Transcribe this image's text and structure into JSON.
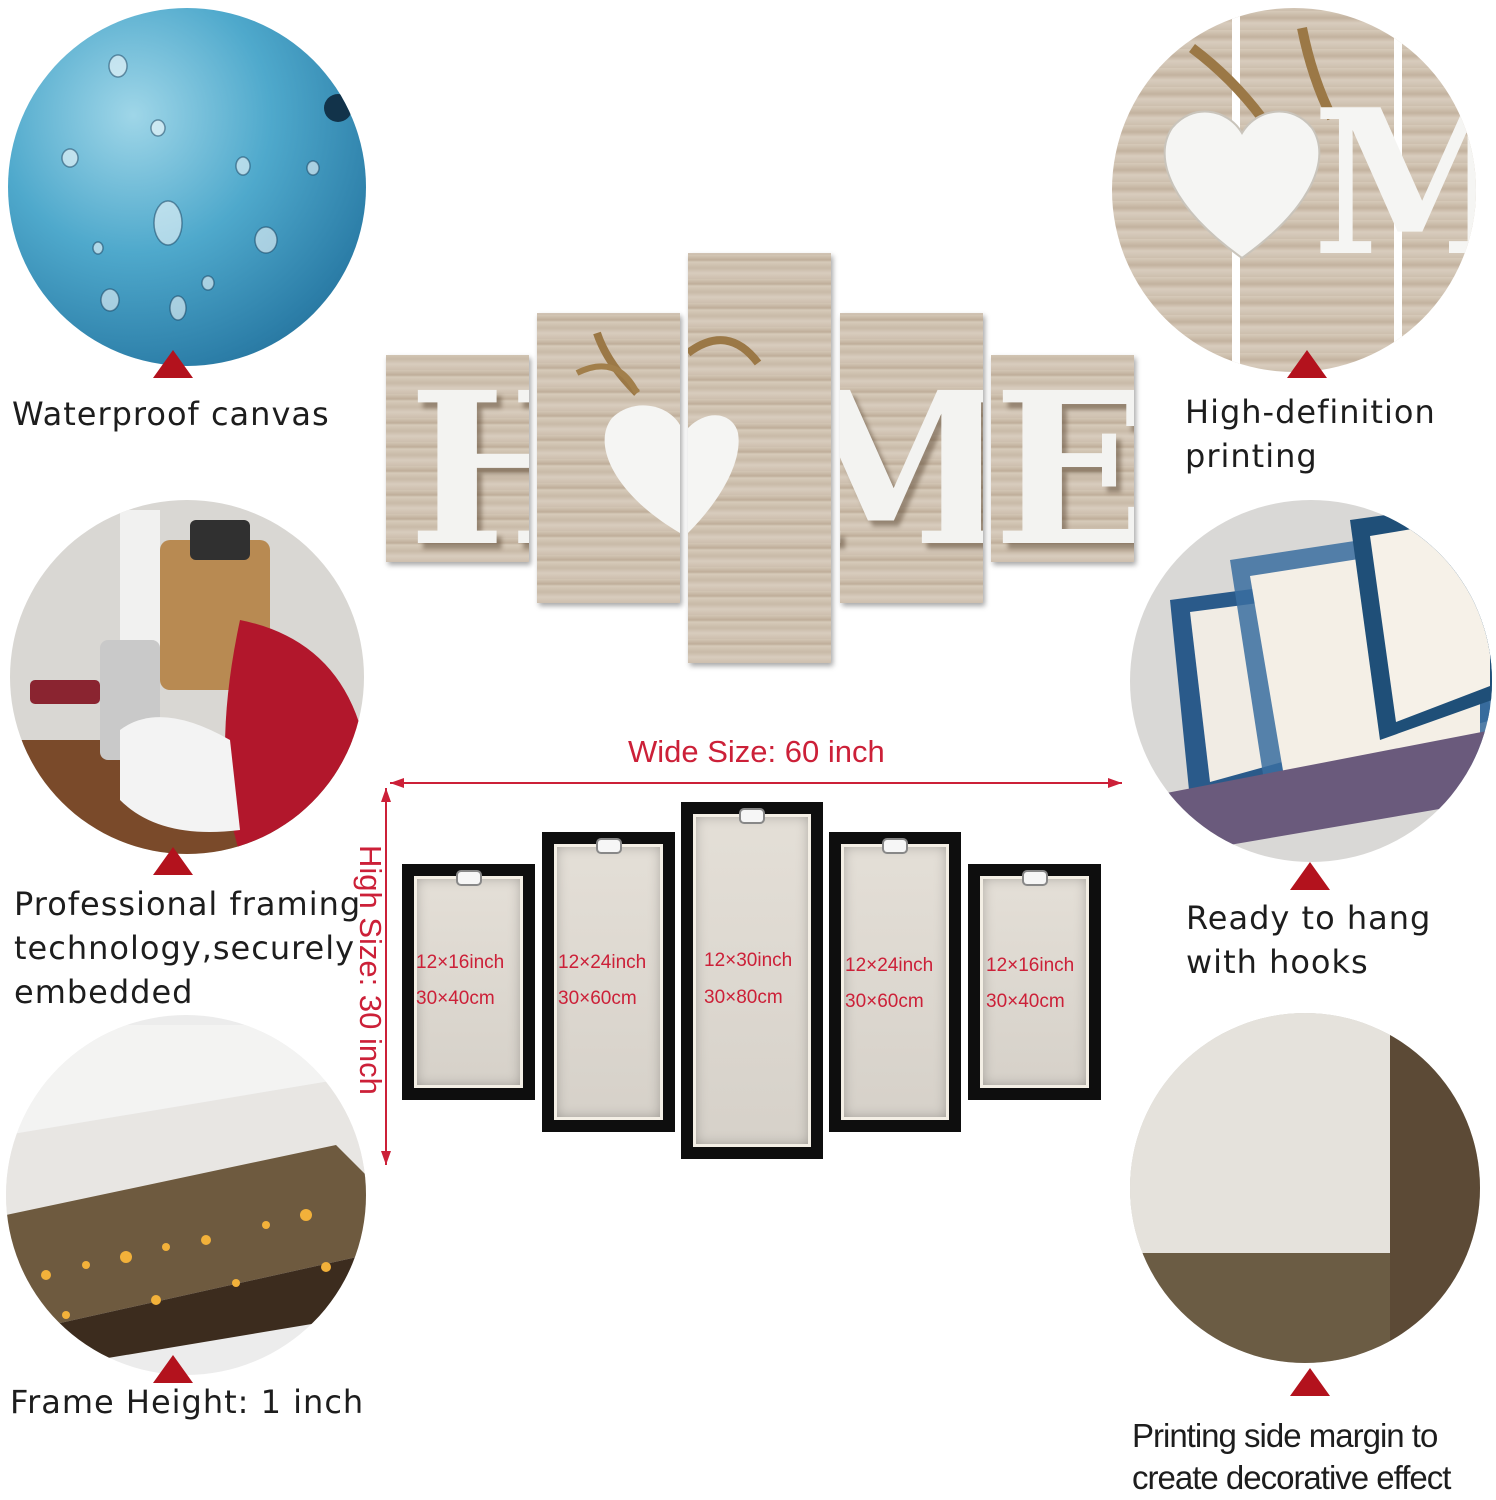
{
  "features": {
    "waterproof": "Waterproof canvas",
    "hd_printing": "High-definition\nprinting",
    "framing": "Professional framing\ntechnology,securely\nembedded",
    "ready_hang": "Ready to hang\nwith hooks",
    "frame_height": "Frame Height: 1 inch",
    "side_margin": "Printing side margin to\ncreate decorative effect"
  },
  "artwork": {
    "letters": [
      "H",
      "M",
      "E"
    ]
  },
  "dimensions": {
    "wide": "Wide Size: 60 inch",
    "high": "High Size: 30 inch"
  },
  "panels": [
    {
      "inch": "12×16inch",
      "cm": "30×40cm"
    },
    {
      "inch": "12×24inch",
      "cm": "30×60cm"
    },
    {
      "inch": "12×30inch",
      "cm": "30×80cm"
    },
    {
      "inch": "12×24inch",
      "cm": "30×60cm"
    },
    {
      "inch": "12×16inch",
      "cm": "30×40cm"
    }
  ],
  "colors": {
    "accent_red": "#b3121d",
    "dimension_red": "#cc2038"
  }
}
